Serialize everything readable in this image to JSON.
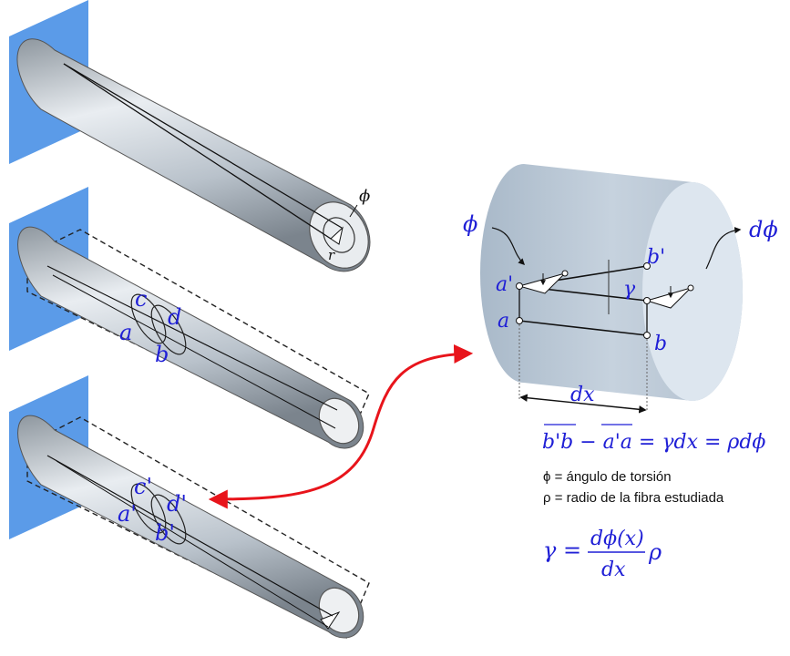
{
  "labels": {
    "phi_top": "ϕ",
    "r": "r",
    "c": "c",
    "d": "d",
    "a": "a",
    "b": "b",
    "c_prime": "c'",
    "d_prime": "d'",
    "a_prime": "a'",
    "b_prime": "b'",
    "phi_left": "ϕ",
    "dphi_right": "dϕ",
    "gamma": "γ",
    "dx": "dx",
    "elem_a_prime": "a'",
    "elem_a": "a",
    "elem_b_prime": "b'",
    "elem_b": "b"
  },
  "equation": {
    "bb": "b'b",
    "minus": " − ",
    "aa": "a'a",
    "rest": " = γdx = ρdϕ"
  },
  "legend": [
    {
      "symbol": "ϕ",
      "text": " = ángulo de torsión"
    },
    {
      "symbol": "ρ",
      "text": " = radio de la fibra estudiada"
    }
  ],
  "gamma_formula": {
    "lhs": "γ =",
    "numerator": "dϕ(x)",
    "denominator": "dx",
    "factor": "ρ"
  },
  "colors": {
    "wall": "#5b9be8",
    "shaft": "#c9d3de",
    "label": "#1f1fd6",
    "arrow": "#e8141b"
  }
}
